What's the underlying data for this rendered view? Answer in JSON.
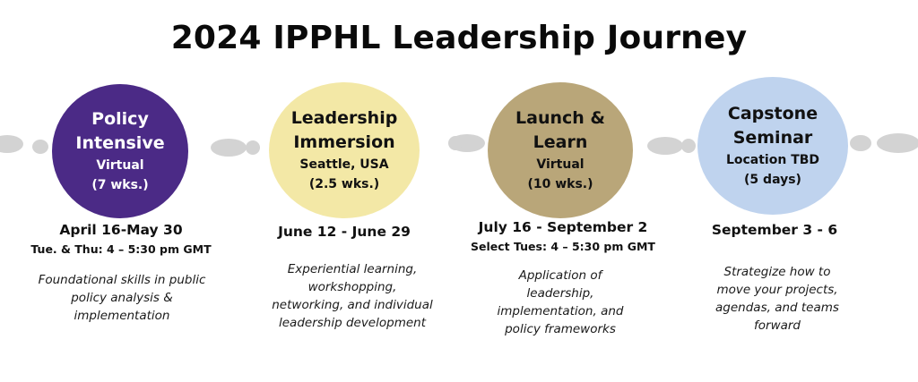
{
  "title": "2024 IPPHL Leadership Journey",
  "colors": {
    "path": "#d3d3d3",
    "stage1": "#4b2a86",
    "stage2": "#f3e8a6",
    "stage3": "#b9a679",
    "stage4": "#bfd3ee"
  },
  "stages": [
    {
      "name_line1": "Policy",
      "name_line2": "Intensive",
      "location": "Virtual",
      "duration": "(7 wks.)",
      "dates": "April 16-May 30",
      "schedule": "Tue. & Thu: 4 – 5:30 pm GMT",
      "desc_lines": [
        "Foundational skills in public",
        "policy analysis &",
        "implementation"
      ]
    },
    {
      "name_line1": "Leadership",
      "name_line2": "Immersion",
      "location": "Seattle, USA",
      "duration": "(2.5 wks.)",
      "dates": "June 12 - June 29",
      "schedule": "",
      "desc_lines": [
        "Experiential learning,",
        "workshopping,",
        "networking, and individual",
        "leadership development"
      ]
    },
    {
      "name_line1": "Launch &",
      "name_line2": "Learn",
      "location": "Virtual",
      "duration": "(10 wks.)",
      "dates": "July 16 - September 2",
      "schedule": "Select Tues: 4 – 5:30 pm GMT",
      "desc_lines": [
        "Application of",
        "leadership,",
        "implementation, and",
        "policy frameworks"
      ]
    },
    {
      "name_line1": "Capstone",
      "name_line2": "Seminar",
      "location": "Location TBD",
      "duration": "(5 days)",
      "dates": "September 3 - 6",
      "schedule": "",
      "desc_lines": [
        "Strategize how to",
        "move your projects,",
        "agendas, and teams",
        "forward"
      ]
    }
  ]
}
